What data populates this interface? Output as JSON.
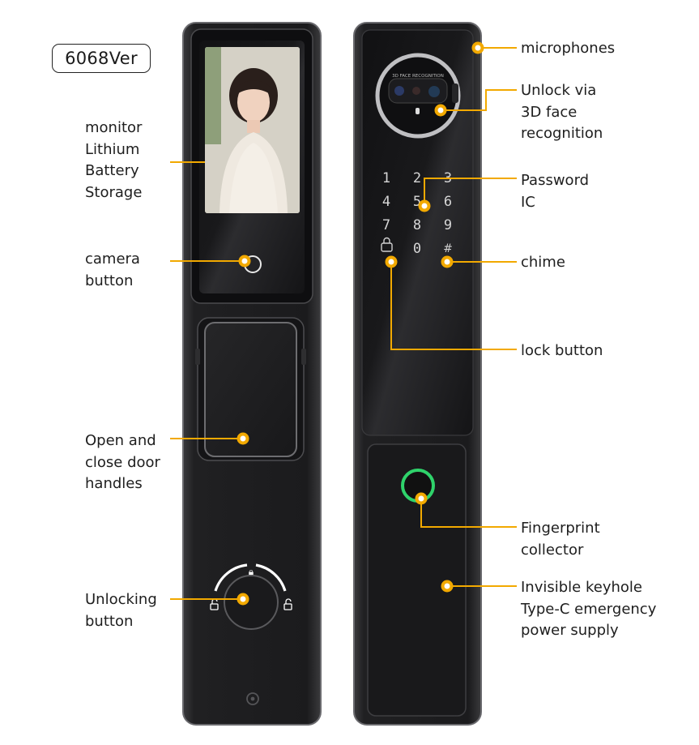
{
  "version_badge": "6068Ver",
  "face_module_text": "3D FACE RECOGNITION",
  "keypad": [
    "1",
    "2",
    "3",
    "4",
    "5",
    "6",
    "7",
    "8",
    "9",
    "0"
  ],
  "colors": {
    "accent": "#f2a900",
    "lock_body": "#1c1c1e",
    "fingerprint_ring": "#2fd36b"
  },
  "labels": {
    "monitor": "monitor\nLithium\nBattery\nStorage",
    "camera": "camera\nbutton",
    "handles": "Open and\nclose door\nhandles",
    "unlocking": "Unlocking\nbutton",
    "microphones": "microphones",
    "face": "Unlock via\n3D face\nrecognition",
    "password": "Password\nIC",
    "chime": "chime",
    "lock": "lock button",
    "fingerprint": "Fingerprint\ncollector",
    "keyhole": "Invisible keyhole\nType-C emergency\npower supply"
  }
}
